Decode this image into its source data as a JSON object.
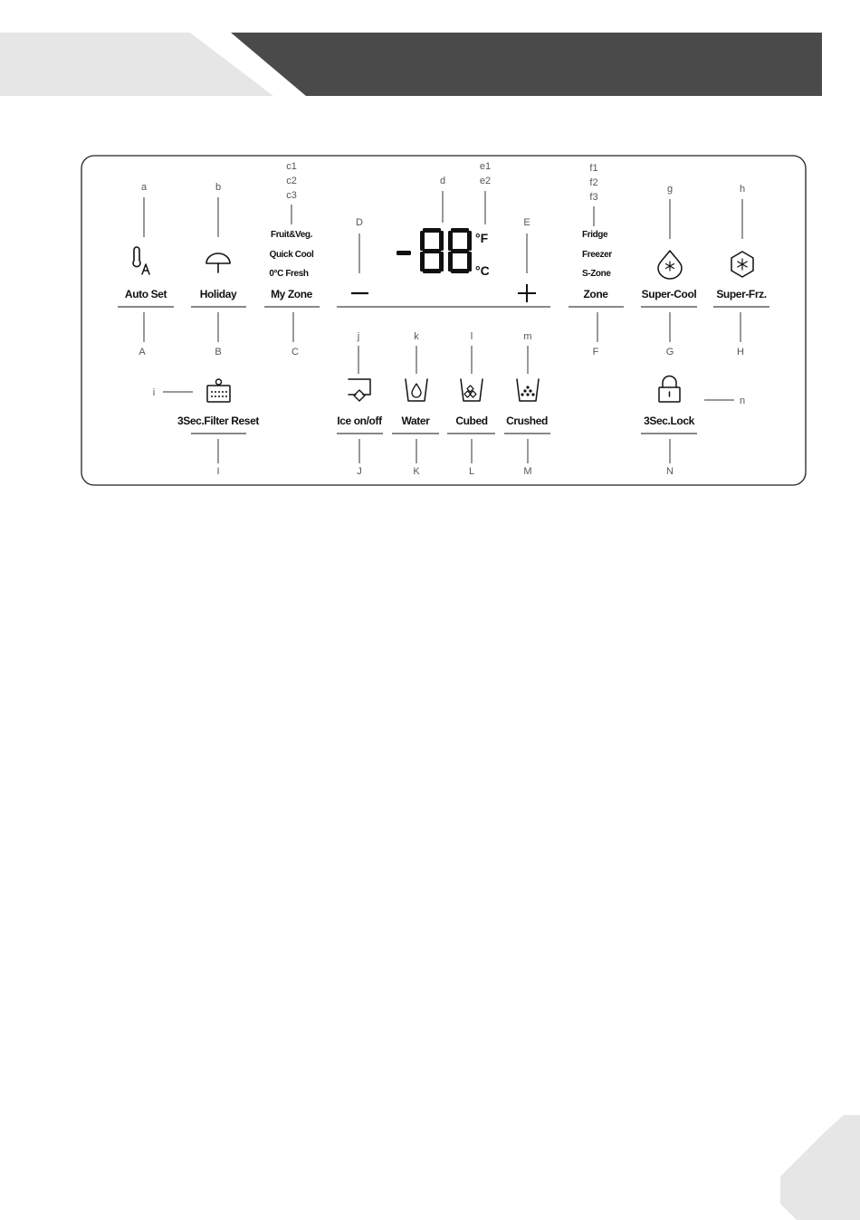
{
  "buttons_top": {
    "auto_set": "Auto Set",
    "holiday": "Holiday",
    "my_zone": "My Zone",
    "minus": "—",
    "plus": "+",
    "zone": "Zone",
    "super_cool": "Super-Cool",
    "super_frz": "Super-Frz."
  },
  "my_zone_modes": [
    "Fruit&Veg.",
    "Quick Cool",
    "0°C Fresh"
  ],
  "zone_modes": [
    "Fridge",
    "Freezer",
    "S-Zone"
  ],
  "display": {
    "digits": "-88",
    "unit_f": "°F",
    "unit_c": "°C"
  },
  "buttons_bottom": {
    "filter_reset": "3Sec.Filter Reset",
    "ice_onoff": "Ice on/off",
    "water": "Water",
    "cubed": "Cubed",
    "crushed": "Crushed",
    "lock": "3Sec.Lock"
  },
  "callouts_lower": {
    "a": "a",
    "b": "b",
    "c1": "c1",
    "c2": "c2",
    "c3": "c3",
    "d": "d",
    "e1": "e1",
    "e2": "e2",
    "f1": "f1",
    "f2": "f2",
    "f3": "f3",
    "g": "g",
    "h": "h",
    "i": "i",
    "j": "j",
    "k": "k",
    "l": "l",
    "m": "m",
    "n": "n"
  },
  "callouts_upper": {
    "A": "A",
    "B": "B",
    "C": "C",
    "D": "D",
    "E": "E",
    "F": "F",
    "G": "G",
    "H": "H",
    "I": "I",
    "J": "J",
    "K": "K",
    "L": "L",
    "M": "M",
    "N": "N"
  }
}
